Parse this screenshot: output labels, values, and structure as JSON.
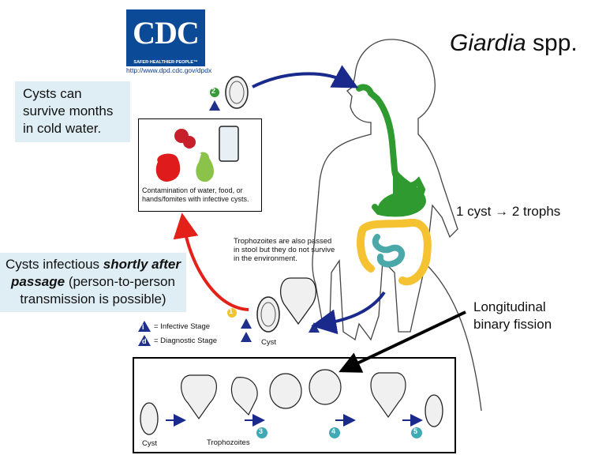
{
  "title": {
    "genus": "Giardia",
    "suffix": " spp."
  },
  "logo": {
    "name": "CDC",
    "tagline": "SAFER·HEALTHIER·PEOPLE™",
    "url": "http://www.dpd.cdc.gov/dpdx"
  },
  "notes": {
    "cold_water": "Cysts can survive months in cold water.",
    "infectious_bold": "shortly after passage",
    "infectious_pre": "Cysts infectious ",
    "infectious_post": " (person-to-person transmission is possible)"
  },
  "labels": {
    "cyst_to_troph": "1 cyst → 2 trophs",
    "fission": "Longitudinal binary fission",
    "contamination": "Contamination of water, food, or hands/fomites with infective cysts.",
    "trophozoites_note": "Trophozoites are also passed in stool but they do not survive in the environment.",
    "cyst": "Cyst",
    "cyst_bottom": "Cyst",
    "trophozoites": "Trophozoites"
  },
  "legend": {
    "infective_symbol": "i",
    "infective": "= Infective Stage",
    "diagnostic_symbol": "d",
    "diagnostic": "= Diagnostic Stage"
  },
  "steps": {
    "s1": "1",
    "s2": "2",
    "s3": "3",
    "s4": "4",
    "s5": "5"
  },
  "colors": {
    "note_bg": "#dfeef5",
    "arrow_blue": "#1a2a8c",
    "arrow_red": "#e32119",
    "gut_green": "#2f9a2f",
    "colon_yellow": "#f5c332",
    "small_intestine_teal": "#4aa8a8",
    "step_green": "#3a9a3a",
    "step_teal": "#3fa9b5",
    "step_yellow": "#f2c230",
    "cdc_blue": "#0b4a97"
  }
}
